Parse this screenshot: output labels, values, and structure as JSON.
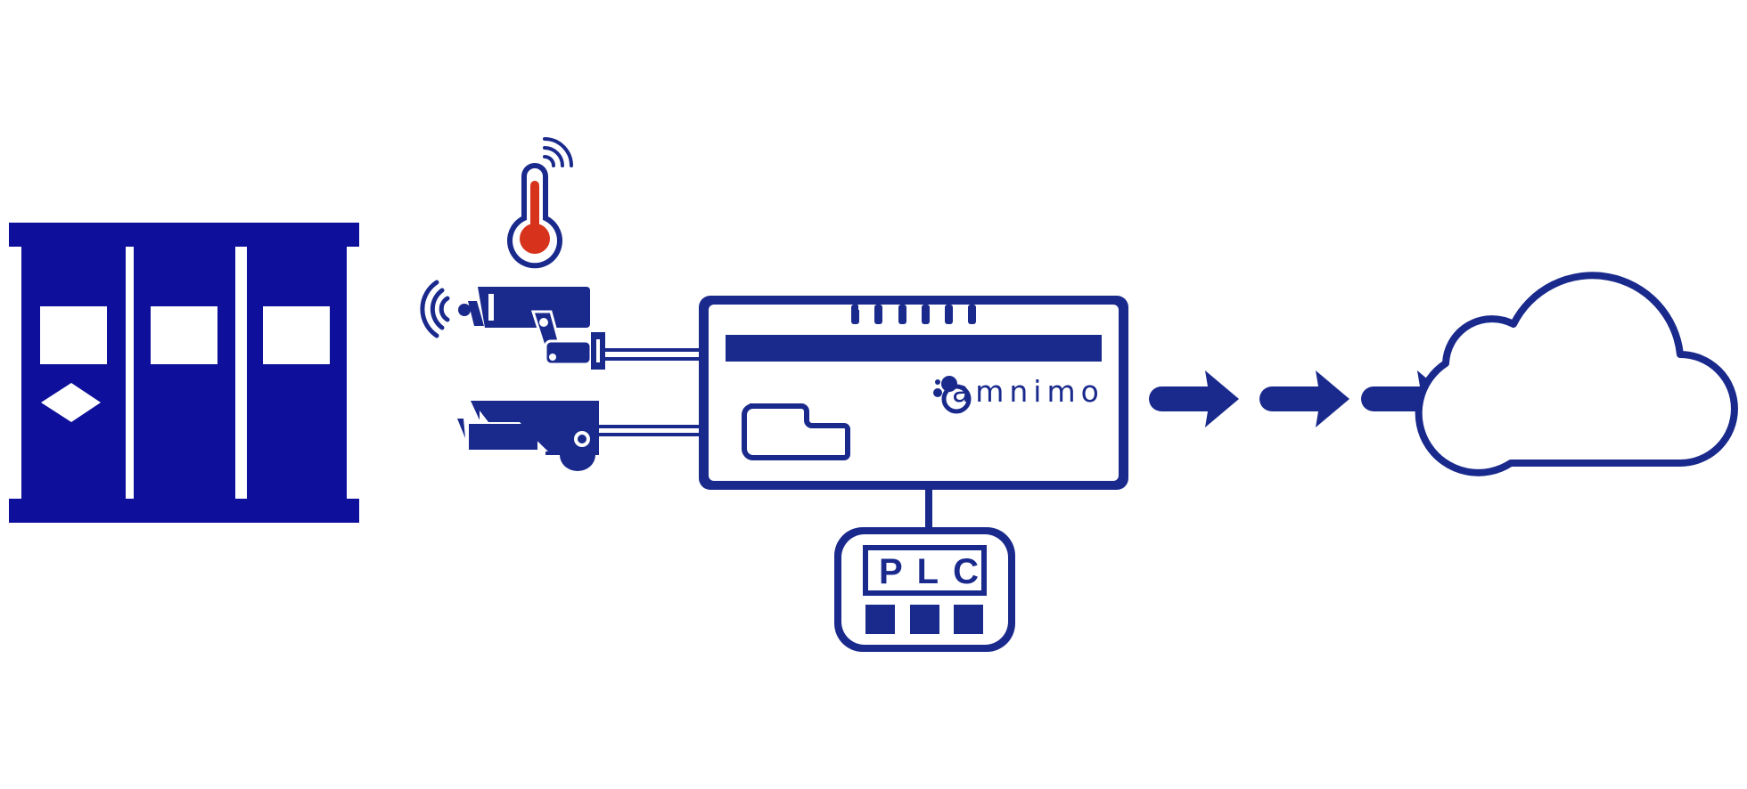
{
  "colors": {
    "primary": "#1a2a8c",
    "container": "#0e0f9a",
    "thermometer_fill": "#d6321c",
    "background": "#ffffff"
  },
  "gateway": {
    "logo_text": "amnimo",
    "icon": "amnimo-logo-icon"
  },
  "plc": {
    "label": "PLC"
  },
  "devices": [
    {
      "name": "temperature-sensor",
      "icon": "thermometer-wireless-icon"
    },
    {
      "name": "wireless-camera",
      "icon": "security-camera-wireless-icon"
    },
    {
      "name": "wired-camera",
      "icon": "security-camera-icon"
    }
  ],
  "container_unit": {
    "icon": "shipping-container-icon"
  },
  "flow_arrows": {
    "count": 3,
    "icon": "arrow-right-icon"
  },
  "cloud": {
    "icon": "cloud-icon"
  }
}
